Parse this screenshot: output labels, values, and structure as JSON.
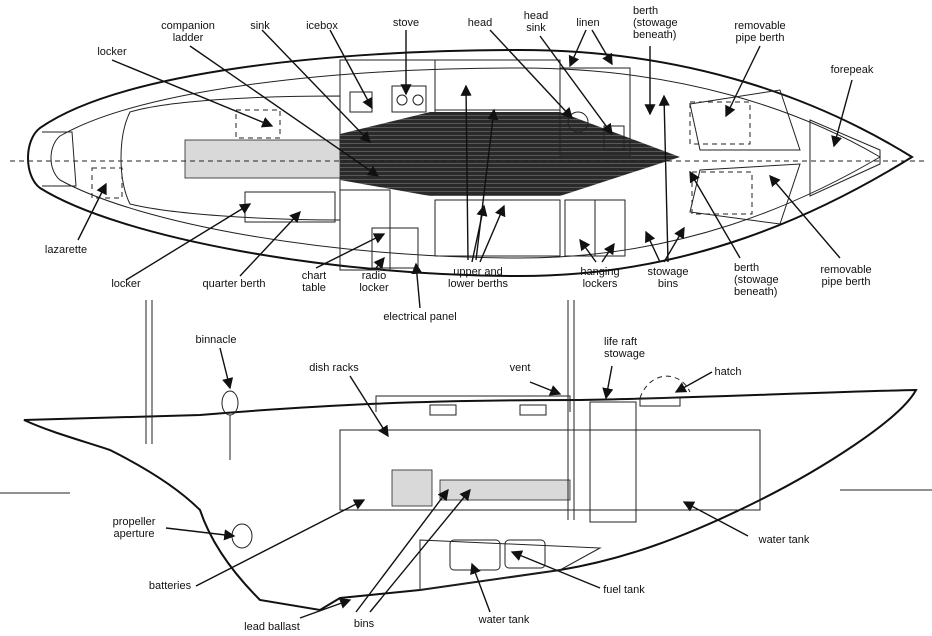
{
  "plan_labels": {
    "companion_ladder": "companion\nladder",
    "sink": "sink",
    "icebox": "icebox",
    "stove": "stove",
    "head": "head",
    "head_sink": "head\nsink",
    "linen": "linen",
    "berth_top": "berth\n(stowage\nbeneath)",
    "removable_pipe_berth_top": "removable\npipe berth",
    "forepeak": "forepeak",
    "locker_top": "locker",
    "lazarette": "lazarette",
    "locker_bottom": "locker",
    "quarter_berth": "quarter berth",
    "chart_table": "chart\ntable",
    "radio_locker": "radio\nlocker",
    "electrical_panel": "electrical panel",
    "upper_lower_berths": "upper and\nlower berths",
    "hanging_lockers": "hanging\nlockers",
    "stowage_bins": "stowage\nbins",
    "berth_bottom": "berth\n(stowage\nbeneath)",
    "removable_pipe_berth_bottom": "removable\npipe berth"
  },
  "profile_labels": {
    "binnacle": "binnacle",
    "dish_racks": "dish racks",
    "vent": "vent",
    "life_raft_stowage": "life raft\nstowage",
    "hatch": "hatch",
    "propeller_aperture": "propeller\naperture",
    "water_tank_right": "water tank",
    "batteries": "batteries",
    "fuel_tank": "fuel tank",
    "lead_ballast": "lead ballast",
    "bins": "bins",
    "water_tank_bottom": "water tank"
  }
}
